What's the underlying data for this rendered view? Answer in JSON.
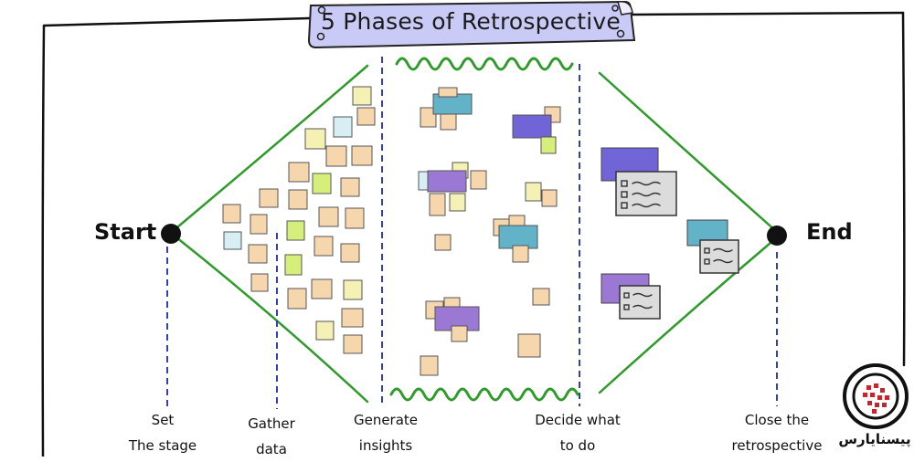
{
  "title": "5 Phases of Retrospective",
  "start_label": "Start",
  "end_label": "End",
  "phases": [
    {
      "line1": "Set",
      "line2": "The stage"
    },
    {
      "line1": "Gather",
      "line2": "data"
    },
    {
      "line1": "Generate",
      "line2": "insights"
    },
    {
      "line1": "Decide what",
      "line2": "to do"
    },
    {
      "line1": "Close the",
      "line2": "retrospective"
    }
  ],
  "logo_text": "پیسنایارس",
  "colors": {
    "banner_fill": "#c9caf6",
    "green_line": "#2e9b2a",
    "dashed_line": "#3340b5",
    "note_peach": "#f6d6ad",
    "note_yellow": "#f5f0b4",
    "note_lime": "#d5ef7a",
    "note_lightblue": "#d7eef4",
    "note_teal": "#62b2c8",
    "note_purple": "#9a78d4",
    "note_violet": "#7064d6",
    "card_gray": "#dcdcdc",
    "logo_red": "#c8242c"
  }
}
